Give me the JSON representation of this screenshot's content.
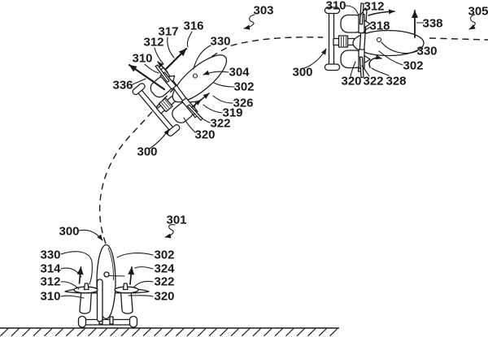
{
  "figure": {
    "kind": "patent-line-drawing",
    "colors": {
      "ink": "#1a1a1a",
      "background": "#ffffff"
    }
  },
  "labels": {
    "takeoff": {
      "l300": "300",
      "l301": "301",
      "l330": "330",
      "l314": "314",
      "l312": "312",
      "l310": "310",
      "l302": "302",
      "l324": "324",
      "l322": "322",
      "l320": "320"
    },
    "transition": {
      "l300": "300",
      "l303": "303",
      "l310": "310",
      "l312": "312",
      "l317": "317",
      "l316": "316",
      "l330": "330",
      "l336": "336",
      "l304": "304",
      "l302": "302",
      "l326": "326",
      "l319": "319",
      "l322": "322",
      "l320": "320"
    },
    "cruise": {
      "l300": "300",
      "l305": "305",
      "l310": "310",
      "l312": "312",
      "l318": "318",
      "l338": "338",
      "l330": "330",
      "l302": "302",
      "l320": "320",
      "l322": "322",
      "l328": "328"
    }
  }
}
